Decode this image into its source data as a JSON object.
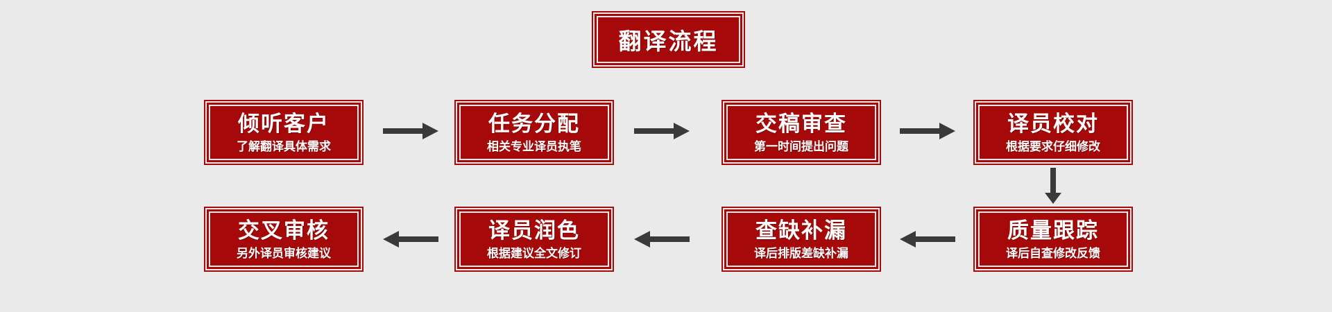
{
  "diagram": {
    "title": "翻译流程",
    "background_color": "#eaeaea",
    "accent_color": "#a50909",
    "frame_color": "#f2eeee",
    "arrow_color": "#3a3a3a",
    "steps": [
      {
        "index": 1,
        "title": "倾听客户",
        "subtitle": "了解翻译具体需求",
        "row": 1
      },
      {
        "index": 2,
        "title": "任务分配",
        "subtitle": "相关专业译员执笔",
        "row": 1
      },
      {
        "index": 3,
        "title": "交稿审查",
        "subtitle": "第一时间提出问题",
        "row": 1
      },
      {
        "index": 4,
        "title": "译员校对",
        "subtitle": "根据要求仔细修改",
        "row": 1
      },
      {
        "index": 5,
        "title": "质量跟踪",
        "subtitle": "译后自查修改反馈",
        "row": 2
      },
      {
        "index": 6,
        "title": "查缺补漏",
        "subtitle": "译后排版差缺补漏",
        "row": 2
      },
      {
        "index": 7,
        "title": "译员润色",
        "subtitle": "根据建议全文修订",
        "row": 2
      },
      {
        "index": 8,
        "title": "交叉审核",
        "subtitle": "另外译员审核建议",
        "row": 2
      }
    ],
    "connectors": [
      {
        "id": "c1",
        "from": 1,
        "to": 2,
        "direction": "right"
      },
      {
        "id": "c2",
        "from": 2,
        "to": 3,
        "direction": "right"
      },
      {
        "id": "c3",
        "from": 3,
        "to": 4,
        "direction": "right"
      },
      {
        "id": "c4",
        "from": 4,
        "to": 5,
        "direction": "down"
      },
      {
        "id": "c5",
        "from": 5,
        "to": 6,
        "direction": "left"
      },
      {
        "id": "c6",
        "from": 6,
        "to": 7,
        "direction": "left"
      },
      {
        "id": "c7",
        "from": 7,
        "to": 8,
        "direction": "left"
      }
    ]
  }
}
